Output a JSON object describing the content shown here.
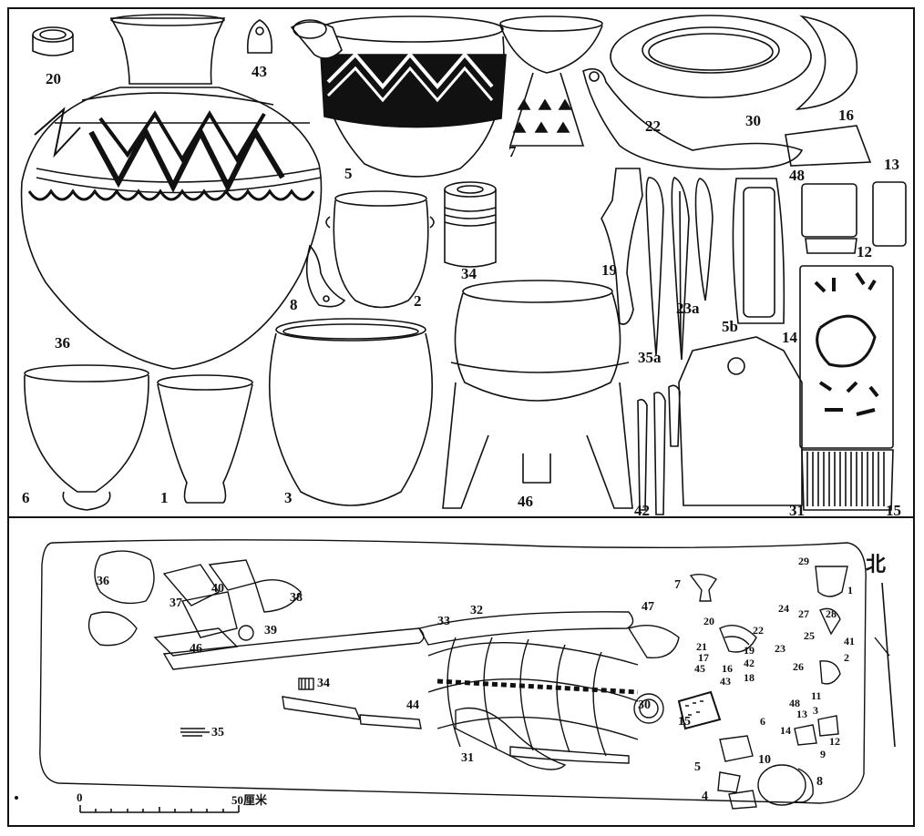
{
  "top_panel": {
    "labels": {
      "l20": "20",
      "l43": "43",
      "l36": "36",
      "l5": "5",
      "l7": "7",
      "l22": "22",
      "l30": "30",
      "l16": "16",
      "l48": "48",
      "l13": "13",
      "l8": "8",
      "l2": "2",
      "l34": "34",
      "l19": "19",
      "l23a": "23a",
      "l5b": "5b",
      "l14": "14",
      "l12": "12",
      "l35a": "35a",
      "l6": "6",
      "l1": "1",
      "l3": "3",
      "l46": "46",
      "l42": "42",
      "l31": "31",
      "l15": "15"
    }
  },
  "bottom_panel": {
    "north_label": "北",
    "scale": {
      "start": "0",
      "end": "50厘米"
    },
    "labels": {
      "b36": "36",
      "b37": "37",
      "b40": "40",
      "b38": "38",
      "b39": "39",
      "b46": "46",
      "b34": "34",
      "b35": "35",
      "b33": "33",
      "b32": "32",
      "b47": "47",
      "b44": "44",
      "b31": "31",
      "b7": "7",
      "b20": "20",
      "b22": "22",
      "b21": "21",
      "b17": "17",
      "b19": "19",
      "b45": "45",
      "b16": "16",
      "b42": "42",
      "b43": "43",
      "b18": "18",
      "b15": "15",
      "b30": "30",
      "b29": "29",
      "b24": "24",
      "b27": "27",
      "b23": "23",
      "b25": "25",
      "b28": "28",
      "b1": "1",
      "b41": "41",
      "b26": "26",
      "b2": "2",
      "b48": "48",
      "b11": "11",
      "b13": "13",
      "b3": "3",
      "b6": "6",
      "b14": "14",
      "b12": "12",
      "b9": "9",
      "b5": "5",
      "b10": "10",
      "b8": "8",
      "b4": "4"
    }
  }
}
